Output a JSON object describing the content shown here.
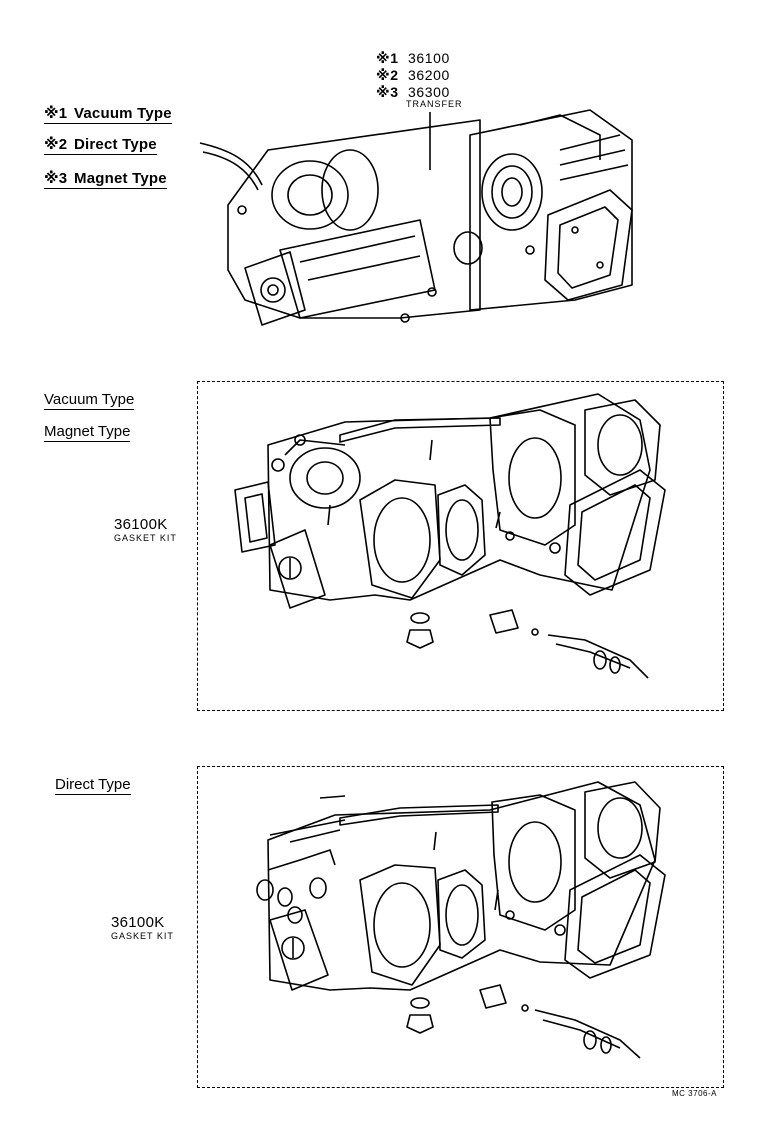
{
  "part_numbers": [
    {
      "mark": "※1",
      "number": "36100"
    },
    {
      "mark": "※2",
      "number": "36200"
    },
    {
      "mark": "※3",
      "number": "36300"
    }
  ],
  "transfer_label": "TRANSFER",
  "types_legend": [
    {
      "mark": "※1",
      "label": "Vacuum Type"
    },
    {
      "mark": "※2",
      "label": "Direct Type"
    },
    {
      "mark": "※3",
      "label": "Magnet Type"
    }
  ],
  "kit_section_1": {
    "type_labels": [
      "Vacuum Type",
      "Magnet Type"
    ],
    "kit_number": "36100K",
    "kit_label": "GASKET KIT"
  },
  "kit_section_2": {
    "type_label": "Direct Type",
    "kit_number": "36100K",
    "kit_label": "GASKET KIT"
  },
  "figure_code": "MC 3706-A"
}
